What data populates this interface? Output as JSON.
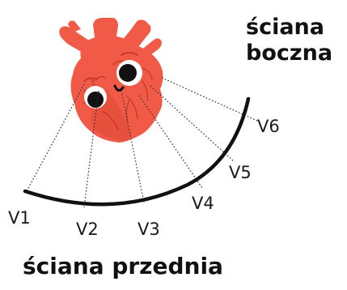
{
  "labels": {
    "lateral_wall_line1": "ściana",
    "lateral_wall_line2": "boczna",
    "anterior_wall": "ściana przednia"
  },
  "leads": [
    "V1",
    "V2",
    "V3",
    "V4",
    "V5",
    "V6"
  ],
  "colors": {
    "heart": "#f05a46",
    "heart_shadow": "#d9442f",
    "outline": "#111111",
    "dotted_line": "#333333"
  }
}
